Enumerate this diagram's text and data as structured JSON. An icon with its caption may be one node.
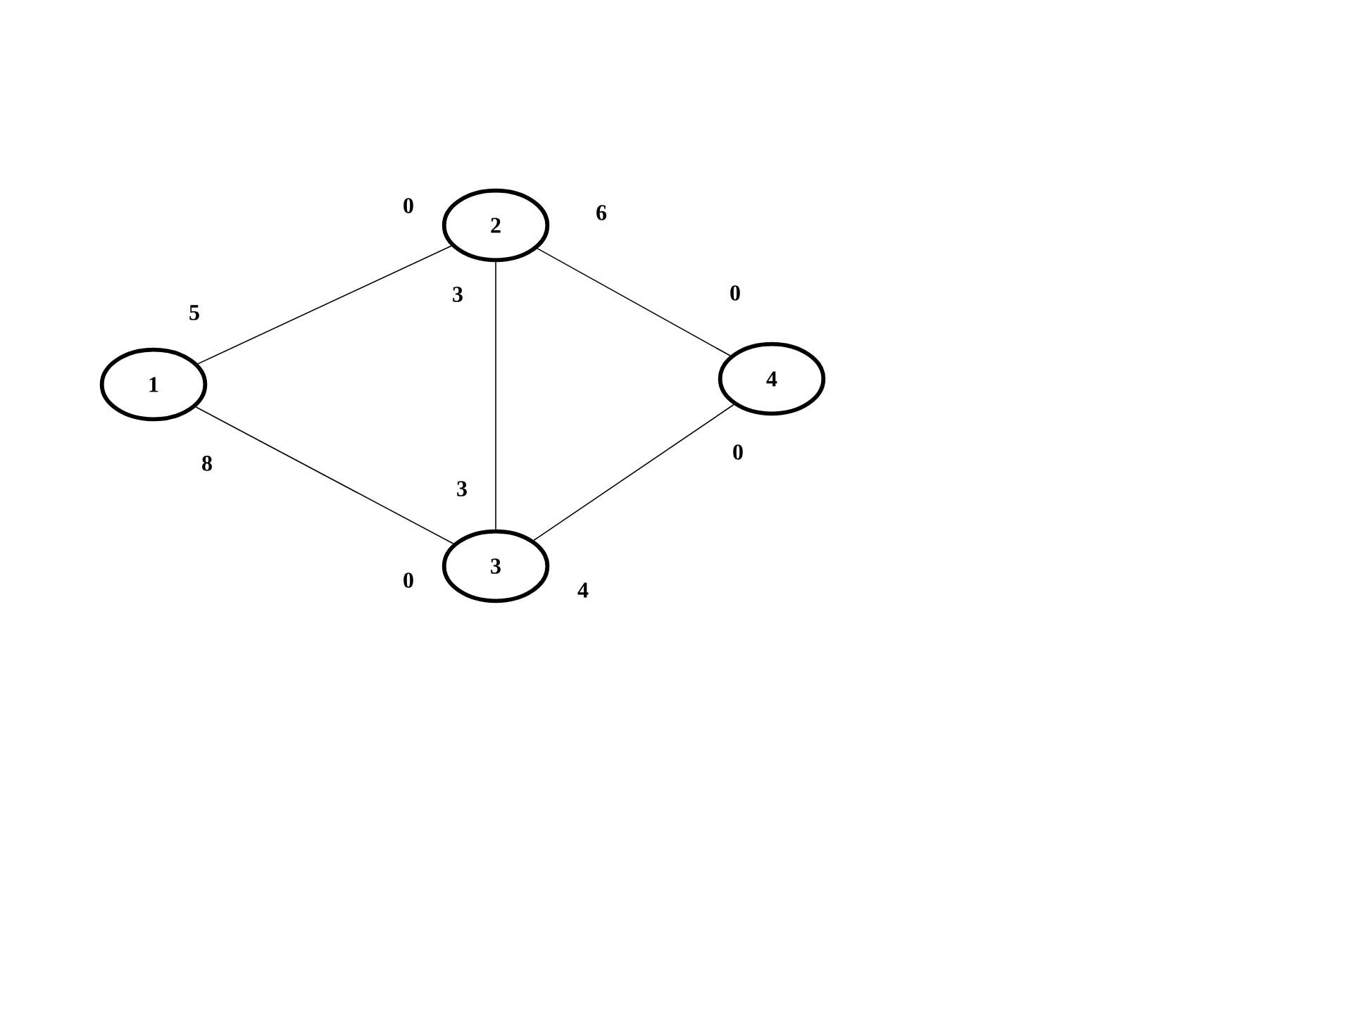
{
  "diagram": {
    "nodes": [
      {
        "text": [
          "1"
        ]
      },
      {
        "text": [
          "2"
        ]
      },
      {
        "text": [
          "3"
        ]
      },
      {
        "text": [
          "4"
        ]
      }
    ],
    "edges": [
      {
        "from": 0,
        "to": 1,
        "arrow": "none"
      },
      {
        "from": 0,
        "to": 2,
        "arrow": "none"
      },
      {
        "from": 1,
        "to": 2,
        "arrow": "none"
      },
      {
        "from": 1,
        "to": 3,
        "arrow": "none"
      },
      {
        "from": 2,
        "to": 3,
        "arrow": "none"
      }
    ],
    "labels": [
      "0",
      "6",
      "3",
      "0",
      "5",
      "8",
      "0",
      "3",
      "0",
      "4"
    ]
  }
}
